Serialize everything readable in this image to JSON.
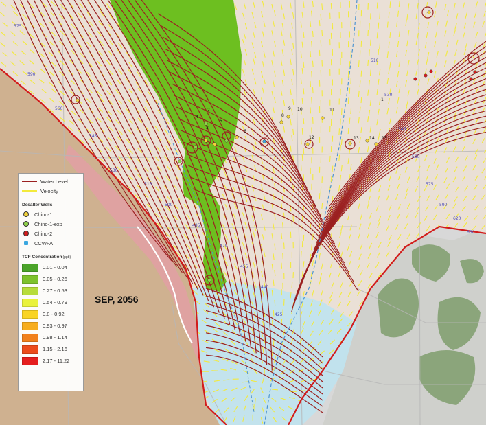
{
  "legend": {
    "water_level_label": "Water Level",
    "velocity_label": "Velocity",
    "wells_title": "Desalter Wells",
    "wells": [
      {
        "label": "Chino-1",
        "color": "#f1d23b"
      },
      {
        "label": "Chino-1-exp",
        "color": "#8fd14b"
      },
      {
        "label": "Chino-2",
        "color": "#d21c1c"
      },
      {
        "label": "CCWFA",
        "color": "#3aa7e0"
      }
    ],
    "tcf_title": "TCF Concentration",
    "tcf_unit": "(ppb)",
    "tcf_classes": [
      {
        "label": "0.01 - 0.04",
        "color": "#4aa329"
      },
      {
        "label": "0.05 - 0.26",
        "color": "#7dc22c"
      },
      {
        "label": "0.27 - 0.53",
        "color": "#b7dc3a"
      },
      {
        "label": "0.54 - 0.79",
        "color": "#e9f23b"
      },
      {
        "label": "0.8 - 0.92",
        "color": "#f9d423"
      },
      {
        "label": "0.93 - 0.97",
        "color": "#f7ad1e"
      },
      {
        "label": "0.98 - 1.14",
        "color": "#f1801c"
      },
      {
        "label": "1.15 - 2.16",
        "color": "#ec4b1b"
      },
      {
        "label": "2.17 - 11.22",
        "color": "#e51e1e"
      }
    ]
  },
  "date_stamp": "SEP, 2056",
  "colors": {
    "contour": "#9b2020",
    "velocity_arrow": "#f3ea3c",
    "plume": "#6dbf20",
    "basin": "#eae0d6",
    "mountains": "#cfb190",
    "mountain_pink": "#e2a0a4",
    "river_zone": "#bfe3ef",
    "river": "#4f95d1",
    "hills_green": "#7f9d6c",
    "boundary": "#d21c1c",
    "road": "#b7b7b7"
  },
  "contour_labels": [
    "575",
    "590",
    "560",
    "545",
    "530",
    "515",
    "500",
    "485",
    "470",
    "455",
    "440",
    "425",
    "510",
    "530",
    "545",
    "560",
    "575",
    "590",
    "620",
    "650"
  ],
  "well_numbers": [
    "1",
    "2",
    "3",
    "4",
    "5",
    "6",
    "7",
    "8",
    "9",
    "10",
    "11",
    "12",
    "13",
    "14",
    "15"
  ]
}
